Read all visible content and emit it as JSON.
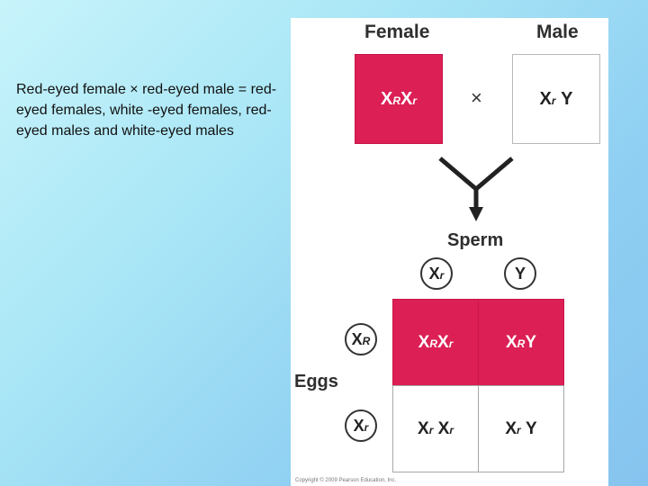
{
  "caption": "Red-eyed female × red-eyed male = red-eyed females, white -eyed females, red-eyed males and white-eyed males",
  "headers": {
    "female": "Female",
    "male": "Male"
  },
  "parents": {
    "female": {
      "base1": "X",
      "sup1": "R",
      "base2": "X",
      "sup2": "r"
    },
    "male": {
      "base1": "X",
      "sup1": "r",
      "base2": "Y"
    },
    "cross_symbol": "×"
  },
  "labels": {
    "sperm": "Sperm",
    "eggs": "Eggs"
  },
  "sperm": [
    {
      "base": "X",
      "sup": "r"
    },
    {
      "base": "Y",
      "sup": ""
    }
  ],
  "eggs": [
    {
      "base": "X",
      "sup": "R"
    },
    {
      "base": "X",
      "sup": "r"
    }
  ],
  "offspring": [
    {
      "base1": "X",
      "sup1": "R",
      "base2": "X",
      "sup2": "r"
    },
    {
      "base1": "X",
      "sup1": "R",
      "base2": "Y",
      "sup2": ""
    },
    {
      "base1": "X",
      "sup1": "r",
      "base2": "X",
      "sup2": "r"
    },
    {
      "base1": "X",
      "sup1": "r",
      "base2": "Y",
      "sup2": ""
    }
  ],
  "copyright": "Copyright © 2009 Pearson Education, Inc.",
  "colors": {
    "red_eyed_fill": "#dc1f55",
    "white_fill": "#ffffff"
  }
}
